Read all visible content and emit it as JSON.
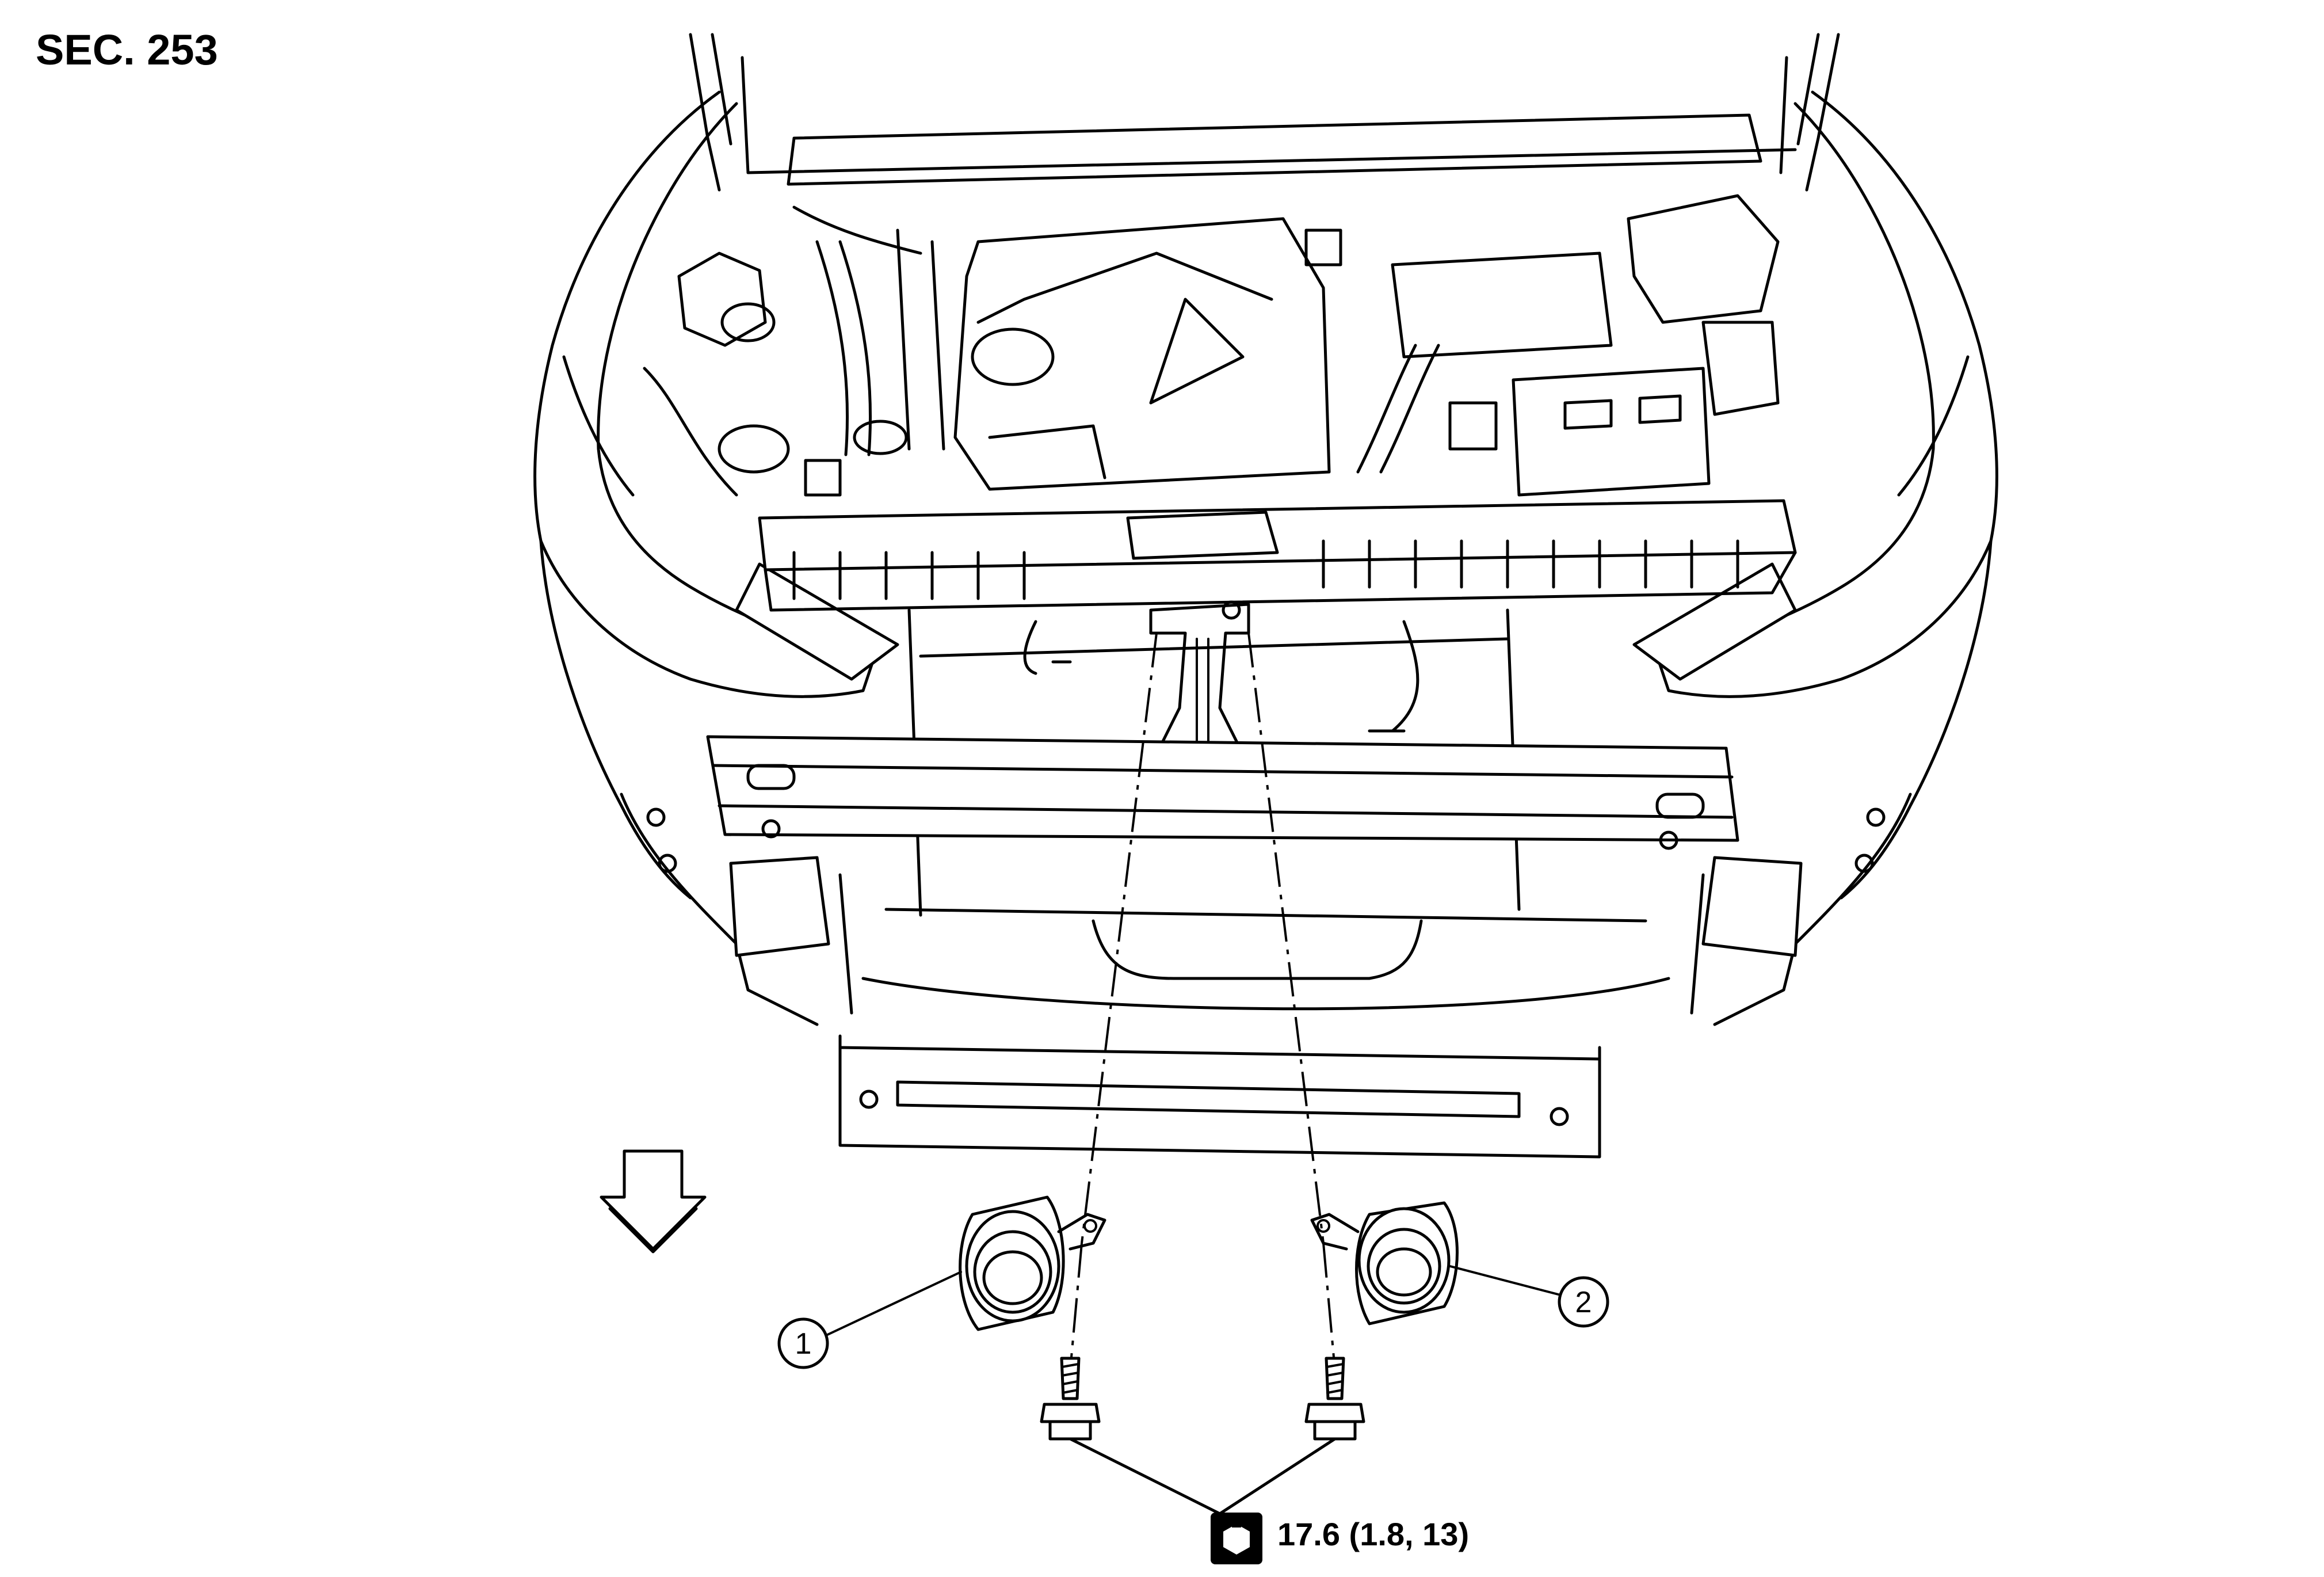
{
  "section_label": "SEC. 253",
  "torque_spec": "17.6 (1.8, 13)",
  "callouts": [
    {
      "id": "1"
    },
    {
      "id": "2"
    }
  ],
  "icons": {
    "direction_arrow": "down-arrow-icon",
    "torque_wrench": "torque-wrench-icon"
  }
}
